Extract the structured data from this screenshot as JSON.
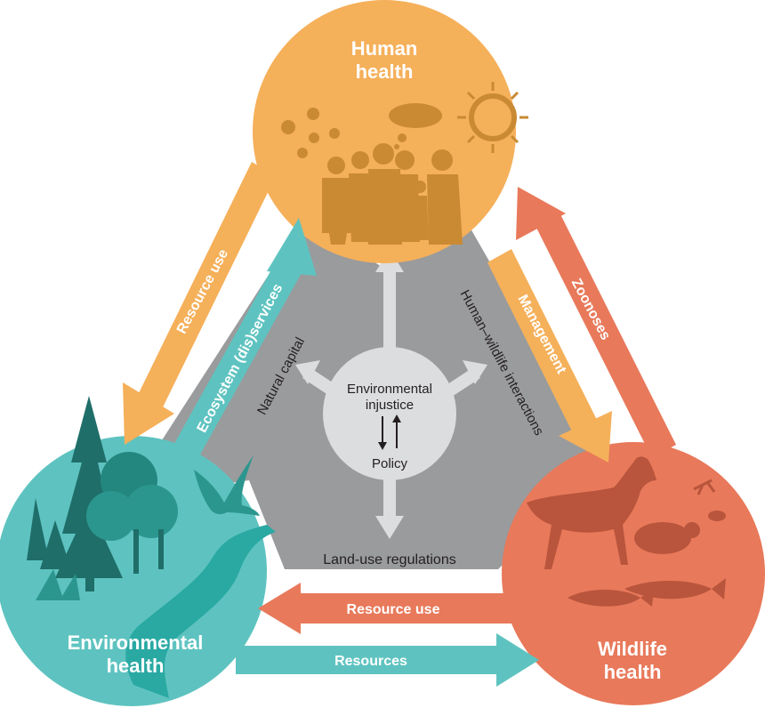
{
  "nodes": {
    "human": {
      "line1": "Human",
      "line2": "health",
      "color": "#f5b05a"
    },
    "environment": {
      "line1": "Environmental",
      "line2": "health",
      "color": "#5ec3c0"
    },
    "wildlife": {
      "line1": "Wildlife",
      "line2": "health",
      "color": "#e8795a"
    }
  },
  "center": {
    "line1": "Environmental",
    "line2": "injustice",
    "policy": "Policy",
    "color": "#dcdddf"
  },
  "inner_labels": {
    "left": "Natural capital",
    "right": "Human–wildlife interactions",
    "bottom": "Land-use regulations"
  },
  "arrows": {
    "resource_use_left": {
      "label": "Resource use",
      "color": "#f5b05a"
    },
    "ecosystem_services": {
      "label": "Ecosystem (dis)services",
      "color": "#5ec3c0"
    },
    "management": {
      "label": "Management",
      "color": "#f5b05a"
    },
    "zoonoses": {
      "label": "Zoonoses",
      "color": "#e8795a"
    },
    "resource_use_bottom": {
      "label": "Resource use",
      "color": "#e8795a"
    },
    "resources": {
      "label": "Resources",
      "color": "#5ec3c0"
    }
  },
  "colors": {
    "triangle": "#9a9b9d",
    "inner_arrow": "#dcdddf",
    "silhouette_orange": "#c98a33",
    "silhouette_teal": "#1f8c86",
    "silhouette_red": "#b8553c"
  }
}
